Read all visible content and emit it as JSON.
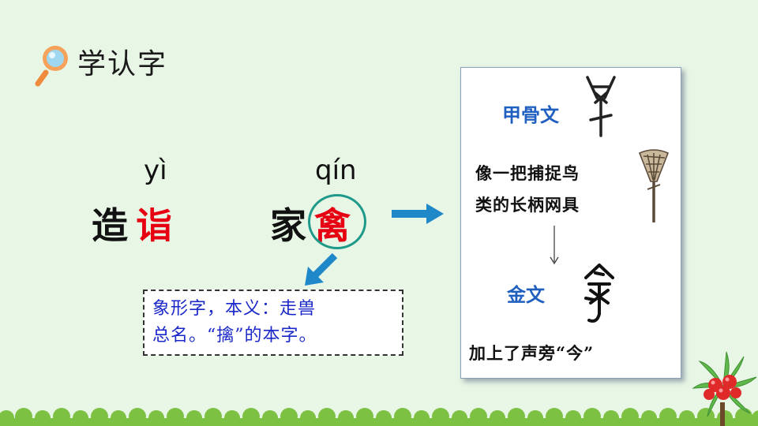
{
  "section": {
    "title": "学认字",
    "icon": "magnifier-icon"
  },
  "words": [
    {
      "pinyin": "yì",
      "char1": "造",
      "char2": "诣"
    },
    {
      "pinyin": "qín",
      "char1": "家",
      "char2": "禽"
    }
  ],
  "note": {
    "line1": "象形字，本义：走兽",
    "line2": "总名。“擒”的本字。"
  },
  "panel": {
    "oracle_label": "甲骨文",
    "desc_line1": "像一把捕捉鸟",
    "desc_line2": "类的长柄网具",
    "bronze_label": "金文",
    "phonetic_note": "加上了声旁“今”"
  },
  "colors": {
    "background": "#e8f6e6",
    "target_char": "#e60012",
    "highlight_circle": "#1f9a8a",
    "arrow": "#1e88c8",
    "note_text": "#1a28c8",
    "panel_label": "#1f5fbf",
    "grass": "#7cc142"
  }
}
